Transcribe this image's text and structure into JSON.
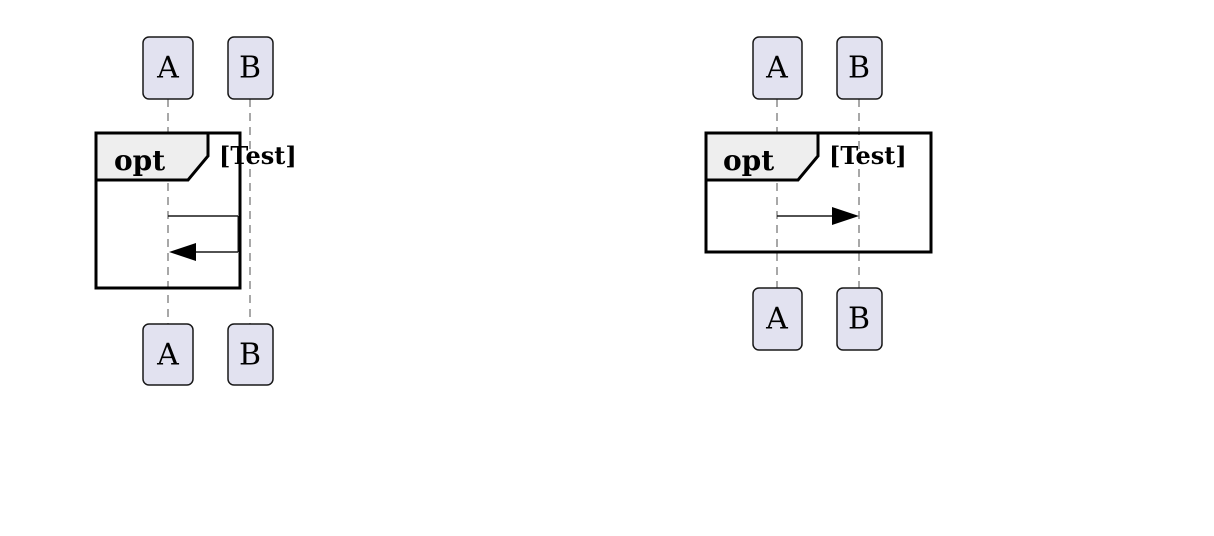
{
  "diagrams": [
    {
      "participants": [
        "A",
        "B"
      ],
      "fragment": {
        "keyword": "opt",
        "guard": "[Test]"
      }
    },
    {
      "participants": [
        "A",
        "B"
      ],
      "fragment": {
        "keyword": "opt",
        "guard": "[Test]"
      }
    }
  ],
  "colors": {
    "participant_fill": "#e2e2f0",
    "participant_border": "#181818",
    "frame_tab_fill": "#eeeeee",
    "line": "#000000"
  }
}
